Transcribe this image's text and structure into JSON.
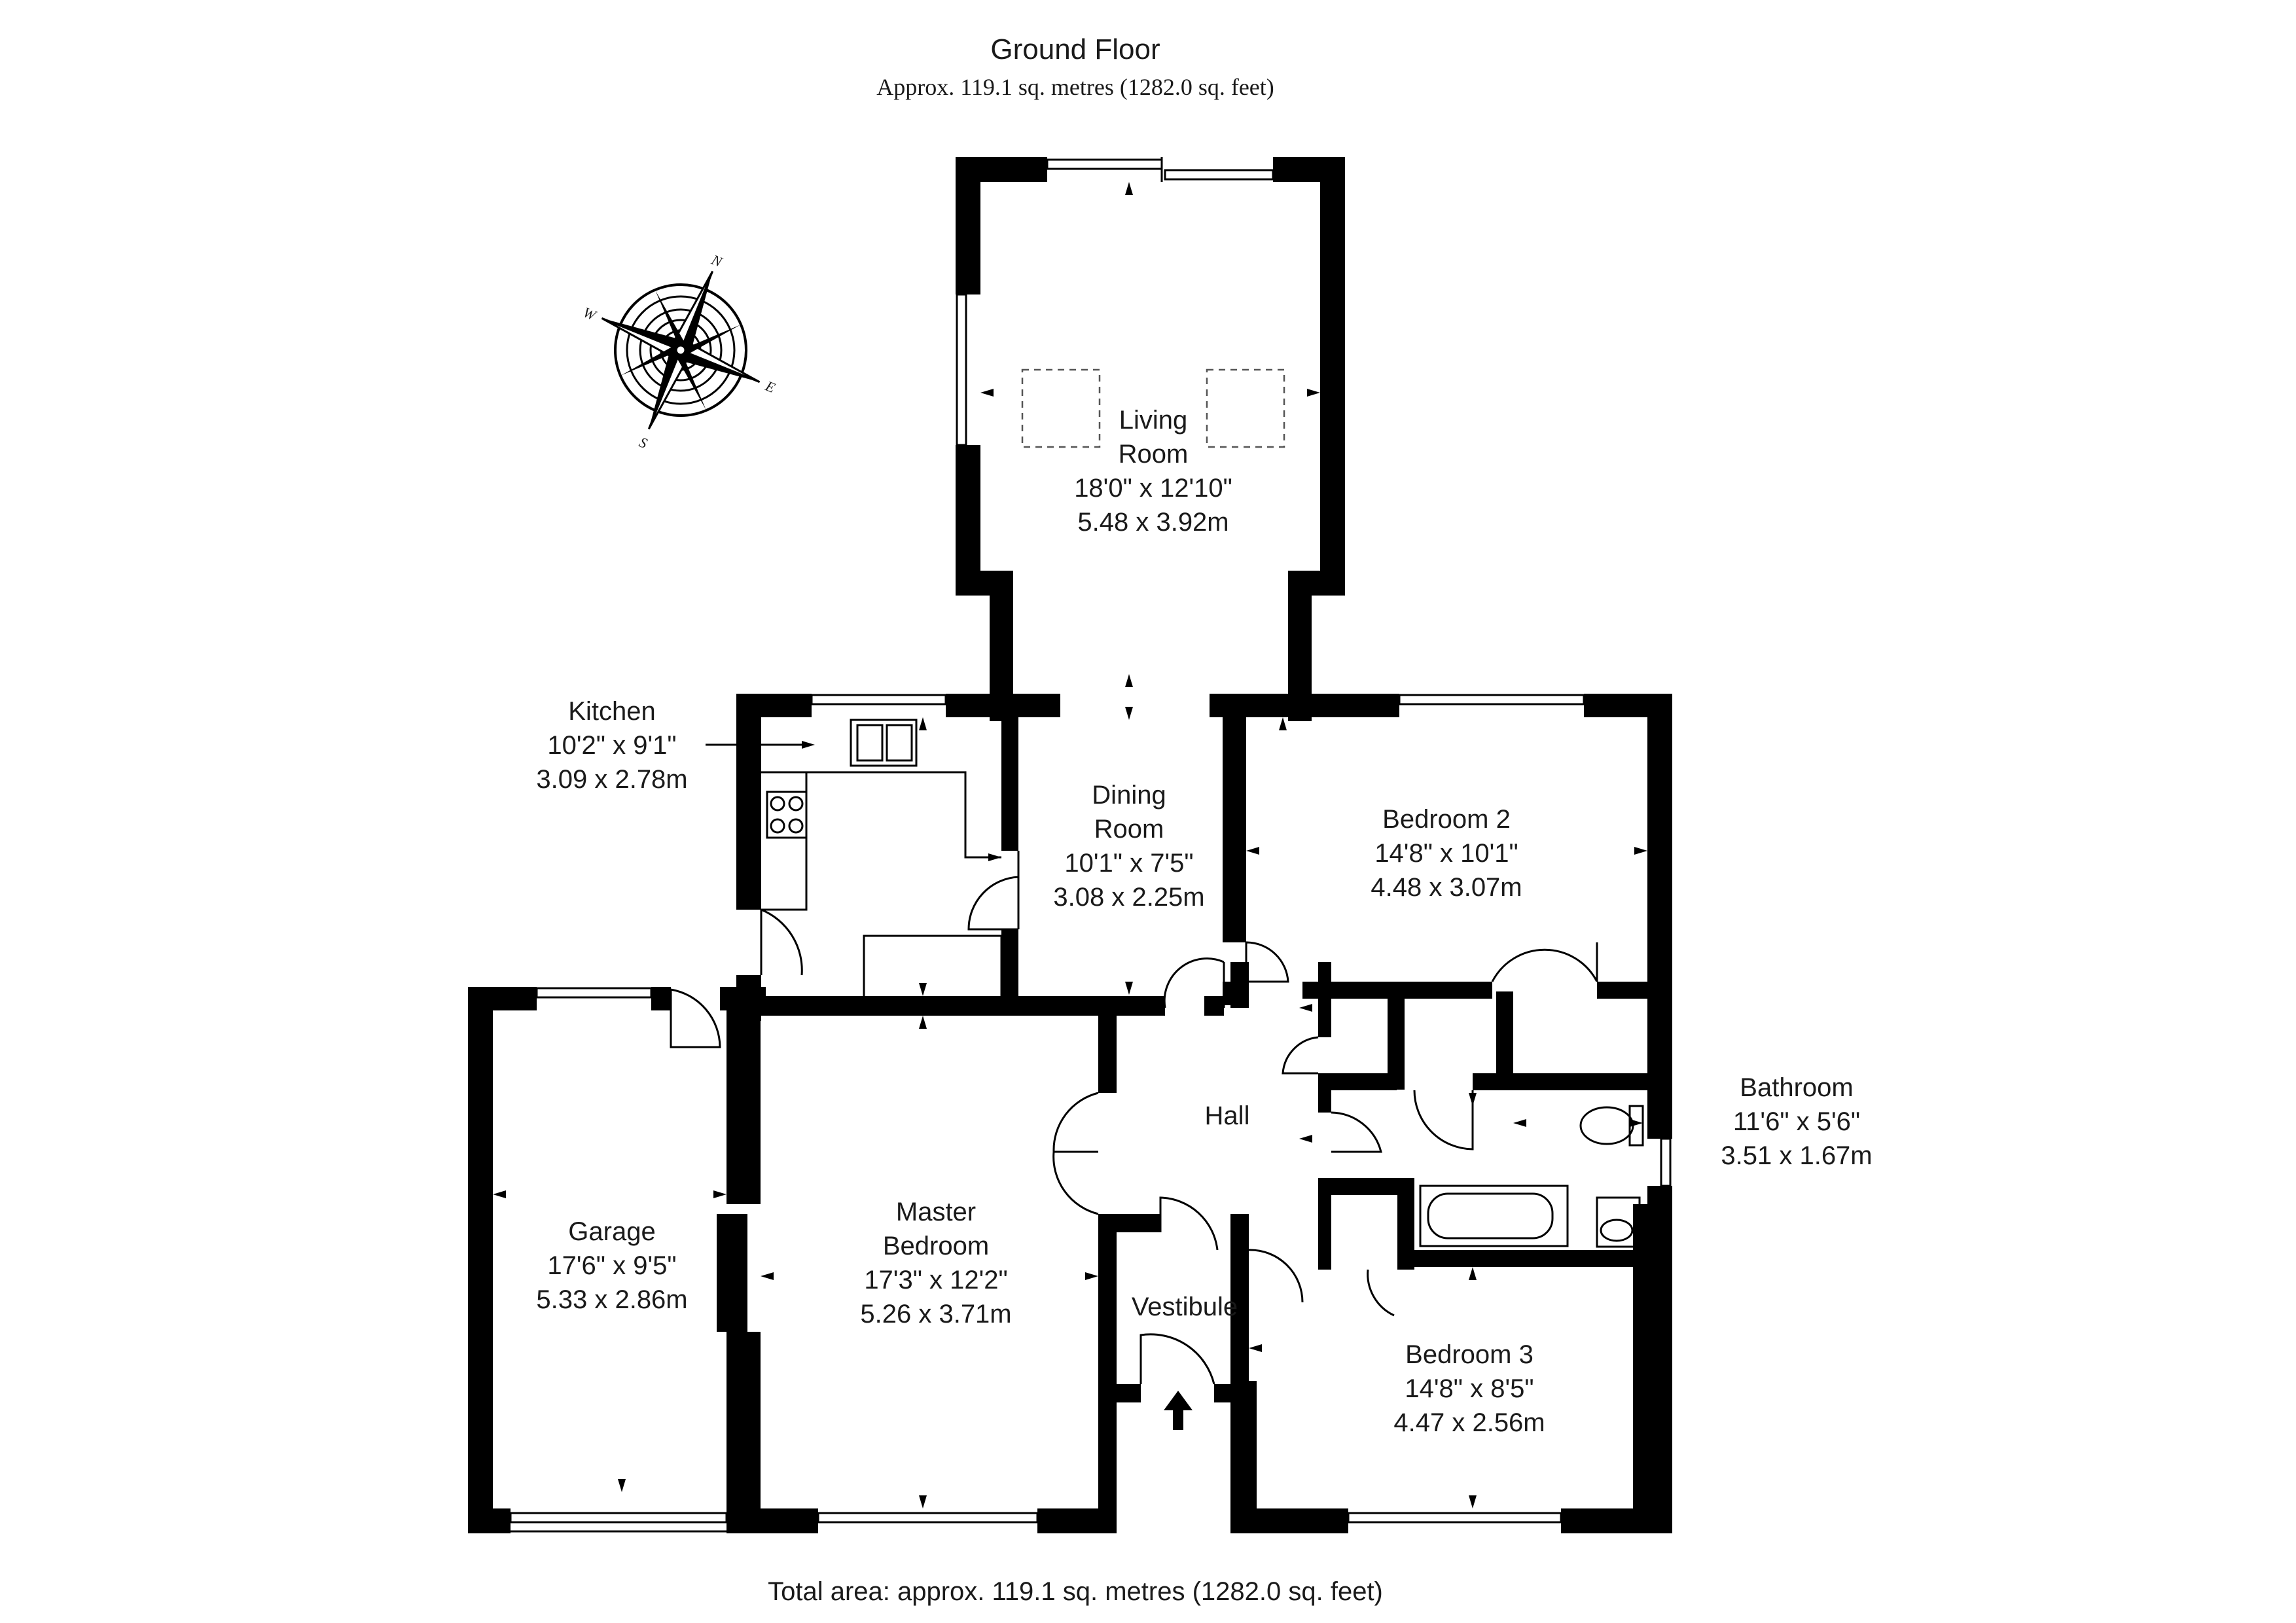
{
  "header": {
    "title": "Ground Floor",
    "subtitle": "Approx. 119.1 sq. metres (1282.0 sq. feet)"
  },
  "footer": {
    "total": "Total area: approx. 119.1 sq. metres (1282.0 sq. feet)"
  },
  "compass": {
    "north": "N",
    "east": "E",
    "south": "S",
    "west": "W"
  },
  "rooms": {
    "living": {
      "name1": "Living",
      "name2": "Room",
      "imperial": "18'0\" x 12'10\"",
      "metric": "5.48 x 3.92m"
    },
    "kitchen": {
      "name": "Kitchen",
      "imperial": "10'2\" x 9'1\"",
      "metric": "3.09 x 2.78m"
    },
    "dining": {
      "name1": "Dining",
      "name2": "Room",
      "imperial": "10'1\" x 7'5\"",
      "metric": "3.08 x 2.25m"
    },
    "bedroom2": {
      "name": "Bedroom 2",
      "imperial": "14'8\" x 10'1\"",
      "metric": "4.48 x 3.07m"
    },
    "bathroom": {
      "name": "Bathroom",
      "imperial": "11'6\" x 5'6\"",
      "metric": "3.51 x 1.67m"
    },
    "hall": {
      "name": "Hall"
    },
    "garage": {
      "name": "Garage",
      "imperial": "17'6\" x 9'5\"",
      "metric": "5.33 x 2.86m"
    },
    "master": {
      "name1": "Master",
      "name2": "Bedroom",
      "imperial": "17'3\" x 12'2\"",
      "metric": "5.26 x 3.71m"
    },
    "vestibule": {
      "name": "Vestibule"
    },
    "bedroom3": {
      "name": "Bedroom 3",
      "imperial": "14'8\" x 8'5\"",
      "metric": "4.47 x 2.56m"
    }
  },
  "colors": {
    "wall": "#000000",
    "background": "#ffffff",
    "text": "#1a1a1a"
  },
  "icons": [
    "compass-rose-icon",
    "entrance-arrow-icon",
    "sink-icon",
    "hob-icon",
    "toilet-icon",
    "bath-icon",
    "basin-icon"
  ]
}
